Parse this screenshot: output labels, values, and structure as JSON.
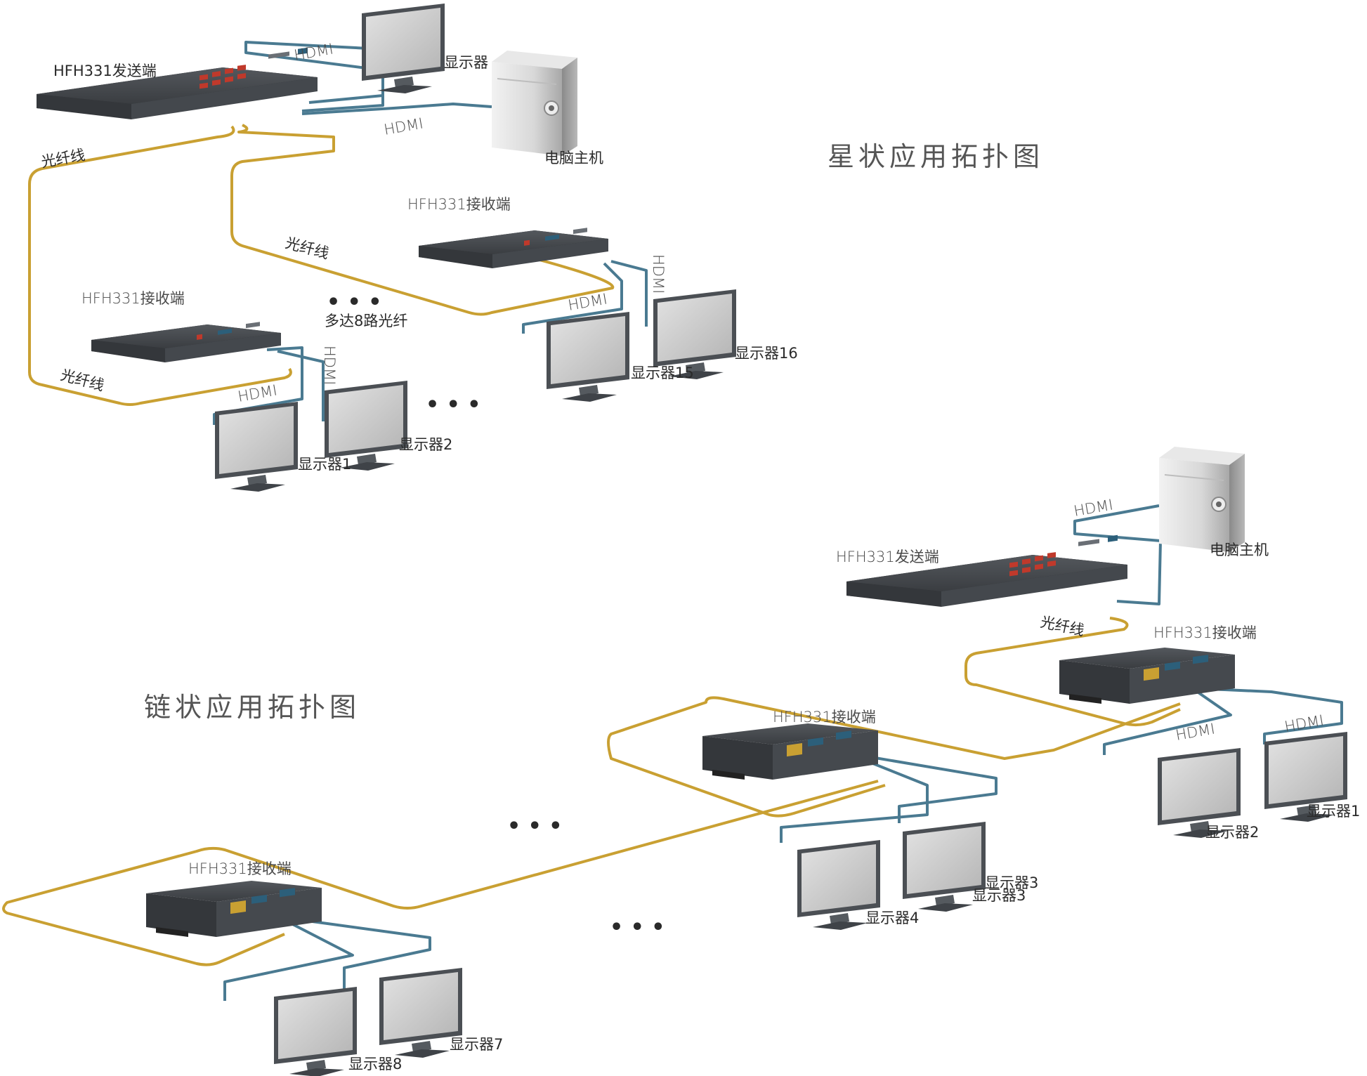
{
  "star": {
    "title": "星状应用拓扑图",
    "sender_label": "HFH331发送端",
    "receiver_a_label": "HFH331接收端",
    "receiver_b_label": "HFH331接收端",
    "computer_label": "电脑主机",
    "monitor_top_label": "显示器",
    "monitor_1_label": "显示器1",
    "monitor_2_label": "显示器2",
    "monitor_15_label": "显示器15",
    "monitor_16_label": "显示器16",
    "hdmi_1": "HDMI",
    "hdmi_2": "HDMI",
    "hdmi_3": "HDMI",
    "hdmi_4": "HDMI",
    "hdmi_5": "HDMI",
    "hdmi_6": "HDMI",
    "fiber_1": "光纤线",
    "fiber_2": "光纤线",
    "fiber_3": "光纤线",
    "upto_label": "多达8路光纤",
    "dots": "• • •"
  },
  "chain": {
    "title": "链状应用拓扑图",
    "sender_label": "HFH331发送端",
    "computer_label": "电脑主机",
    "receiver_1_label": "HFH331接收端",
    "receiver_2_label": "HFH331接收端",
    "receiver_3_label": "HFH331接收端",
    "fiber_label": "光纤线",
    "hdmi_1": "HDMI",
    "hdmi_2": "HDMI",
    "hdmi_3": "HDMI",
    "monitor_1_label": "显示器1",
    "monitor_2_label": "显示器2",
    "monitor_3_label_a": "显示器3",
    "monitor_3_label_b": "显示器3",
    "monitor_4_label": "显示器4",
    "monitor_7_label": "显示器7",
    "monitor_8_label": "显示器8",
    "dots": "• • •"
  },
  "colors": {
    "fiber": "#c9a032",
    "hdmi": "#4a7a91",
    "device_dark": "#3b3e42",
    "device_light": "#5a5e63",
    "port_red": "#c0392b",
    "monitor_frame": "#4b4f54",
    "monitor_screen": "#c9c9c9"
  }
}
